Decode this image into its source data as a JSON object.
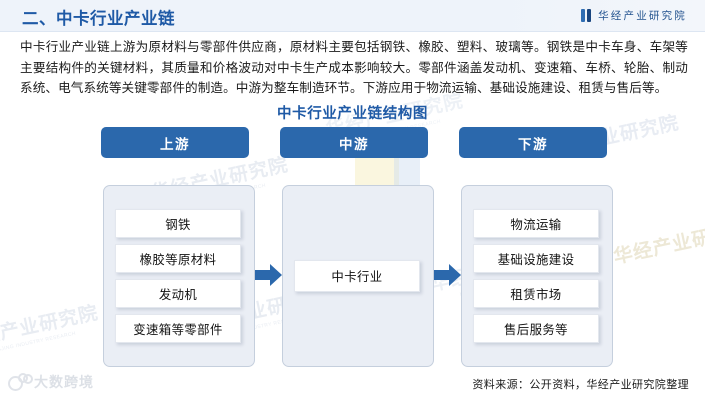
{
  "header": {
    "title": "二、中卡行业产业链",
    "brand_name": "华经产业研究院",
    "brand_mark_icon": "double-bar-logo-icon",
    "accent_color": "#1f5aa6",
    "band_color": "#eef3fa"
  },
  "body": {
    "paragraph": "中卡行业产业链上游为原材料与零部件供应商，原材料主要包括钢铁、橡胶、塑料、玻璃等。钢铁是中卡车身、车架等主要结构件的关键材料，其质量和价格波动对中卡生产成本影响较大。零部件涵盖发动机、变速箱、车桥、轮胎、制动系统、电气系统等关键零部件的制造。中游为整车制造环节。下游应用于物流运输、基础设施建设、租赁与售后等。"
  },
  "chart_data": {
    "type": "diagram",
    "title": "中卡行业产业链结构图",
    "diagram_kind": "value-chain",
    "flow_direction": "left-to-right",
    "arrow_icon": "arrow-right-icon",
    "accent_color": "#2b68ac",
    "panel_color": "#eaeef5",
    "node_color": "#ffffff",
    "columns": [
      {
        "id": "upstream",
        "heading": "上游",
        "nodes": [
          "钢铁",
          "橡胶等原材料",
          "发动机",
          "变速箱等零部件"
        ]
      },
      {
        "id": "midstream",
        "heading": "中游",
        "nodes": [
          "中卡行业"
        ]
      },
      {
        "id": "downstream",
        "heading": "下游",
        "nodes": [
          "物流运输",
          "基础设施建设",
          "租赁市场",
          "售后服务等"
        ]
      }
    ],
    "arrows": [
      {
        "from": "upstream",
        "to": "midstream"
      },
      {
        "from": "midstream",
        "to": "downstream"
      }
    ]
  },
  "footer": {
    "source": "资料来源：公开资料，华经产业研究院整理"
  },
  "watermarks": {
    "main": "华经产业研究院",
    "main_sub": "HUAJING INDUSTRY RESEARCH",
    "corner_text": "大数跨境",
    "corner_icon": "rings-logo-icon"
  }
}
